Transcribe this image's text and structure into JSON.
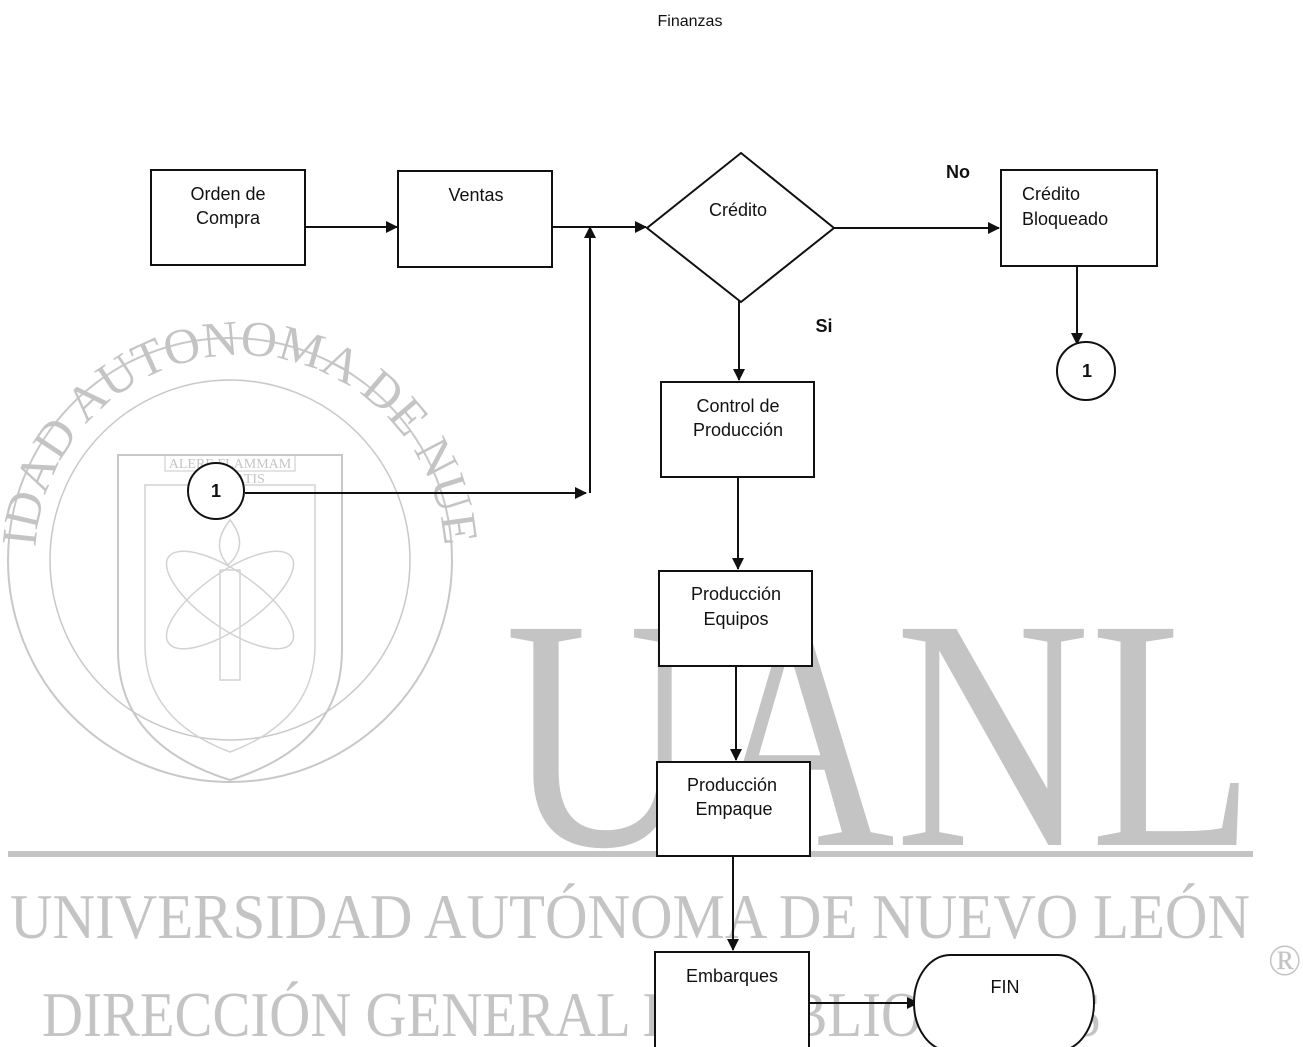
{
  "title": "Finanzas",
  "nodes": {
    "orden_de_compra": [
      "Orden de",
      "Compra"
    ],
    "ventas": [
      "Ventas"
    ],
    "credito": [
      "Crédito"
    ],
    "credito_bloqueado": [
      "Crédito",
      "Bloqueado"
    ],
    "connector_top": "1",
    "connector_left": "1",
    "control_de_produccion": [
      "Control de",
      "Producción"
    ],
    "produccion_equipos": [
      "Producción",
      "Equipos"
    ],
    "produccion_empaque": [
      "Producción",
      "Empaque"
    ],
    "embarques": [
      "Embarques"
    ],
    "fin": [
      "FIN"
    ]
  },
  "branch_labels": {
    "no": "No",
    "si": "Si"
  },
  "watermark": {
    "seal_arc_text": "UNIVERSIDAD AUTONOMA DE NUEVO LEON",
    "seal_motto": [
      "ALERE FLAMMAM",
      "VERITATIS"
    ],
    "big_letters": "UANL",
    "university_line": "UNIVERSIDAD AUTÓNOMA DE NUEVO LEÓN",
    "registered_mark": "®",
    "library_line": "DIRECCIÓN GENERAL DE BIBLIOTECAS"
  },
  "colors": {
    "ink": "#111111",
    "watermark": "#c4c4c4"
  }
}
